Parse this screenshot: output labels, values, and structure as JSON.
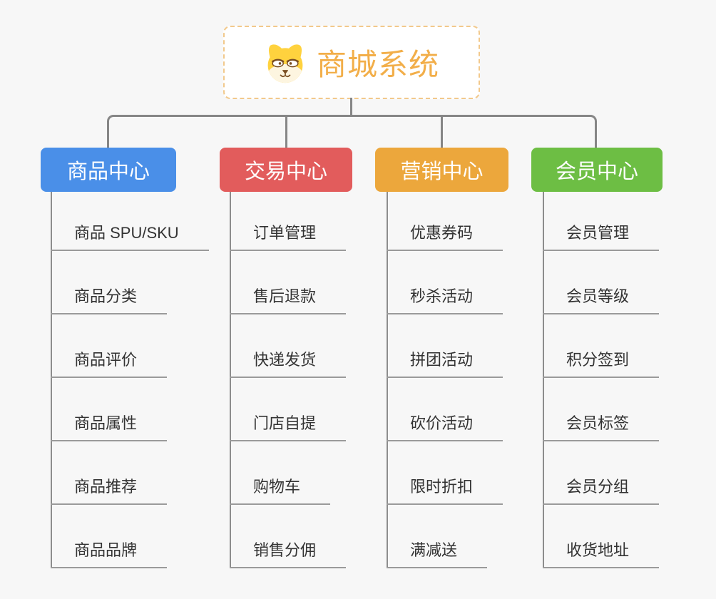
{
  "page": {
    "background_color": "#f7f7f7",
    "connector_color": "#868686",
    "leaf_text_color": "#333333",
    "leaf_underline_color": "#9a9a9a"
  },
  "root": {
    "title": "商城系统",
    "title_color": "#f2ae49",
    "border_color": "#f2c98c",
    "icon": "dog-face-icon"
  },
  "branches": [
    {
      "label": "商品中心",
      "color": "#4a8fe8",
      "children": [
        "商品 SPU/SKU",
        "商品分类",
        "商品评价",
        "商品属性",
        "商品推荐",
        "商品品牌"
      ]
    },
    {
      "label": "交易中心",
      "color": "#e25c5c",
      "children": [
        "订单管理",
        "售后退款",
        "快递发货",
        "门店自提",
        "购物车",
        "销售分佣"
      ]
    },
    {
      "label": "营销中心",
      "color": "#eca73c",
      "children": [
        "优惠券码",
        "秒杀活动",
        "拼团活动",
        "砍价活动",
        "限时折扣",
        "满减送"
      ]
    },
    {
      "label": "会员中心",
      "color": "#6dbe44",
      "children": [
        "会员管理",
        "会员等级",
        "积分签到",
        "会员标签",
        "会员分组",
        "收货地址"
      ]
    }
  ]
}
